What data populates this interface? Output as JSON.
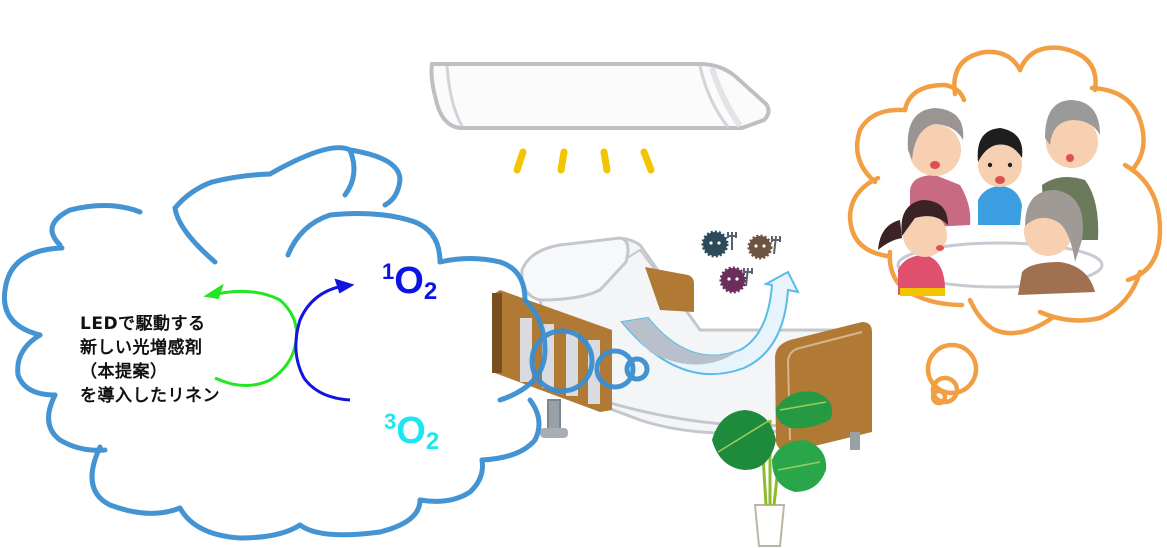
{
  "figure": {
    "caption_lines": [
      "LEDで駆動する",
      "新しい光増感剤",
      "（本提案）",
      "を導入したリネン"
    ],
    "singlet_oxygen": {
      "superscript": "1",
      "base": "O",
      "subscript": "2",
      "color": "#0a14e6"
    },
    "triplet_oxygen": {
      "superscript": "3",
      "base": "O",
      "subscript": "2",
      "color": "#1ee6f0"
    },
    "colors": {
      "left_cloud": "#3a8ed0",
      "thought_cloud": "#f29a3a",
      "green_arrow": "#22e622",
      "blue_arrow": "#1414e0",
      "light_rays": "#f5c400",
      "effect_arrow": "#5bbbe8",
      "bed_frame": "#b07a35",
      "leaves": "#1f9a3a"
    },
    "icons": [
      "ceiling-light-icon",
      "bed-icon",
      "germs-icon",
      "houseplant-icon",
      "family-gathering-icon"
    ]
  }
}
